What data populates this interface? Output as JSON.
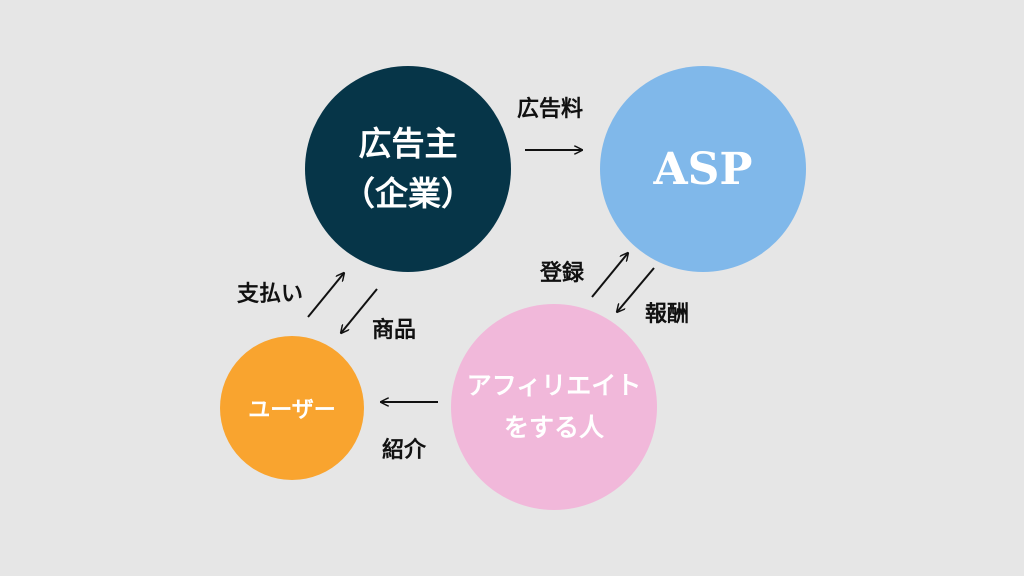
{
  "nodes": {
    "advertiser": {
      "line1": "広告主",
      "line2": "（企業）",
      "color": "#063548"
    },
    "asp": {
      "line1": "ASP",
      "color": "#80b8ea"
    },
    "affiliate": {
      "line1": "アフィリエイト",
      "line2": "をする人",
      "color": "#f1b8da"
    },
    "user": {
      "line1": "ユーザー",
      "color": "#f9a42f"
    }
  },
  "edges": {
    "ad_fee": "広告料",
    "register": "登録",
    "reward": "報酬",
    "payment": "支払い",
    "product": "商品",
    "referral": "紹介"
  },
  "colors": {
    "background": "#e6e6e6",
    "arrow": "#111111"
  }
}
